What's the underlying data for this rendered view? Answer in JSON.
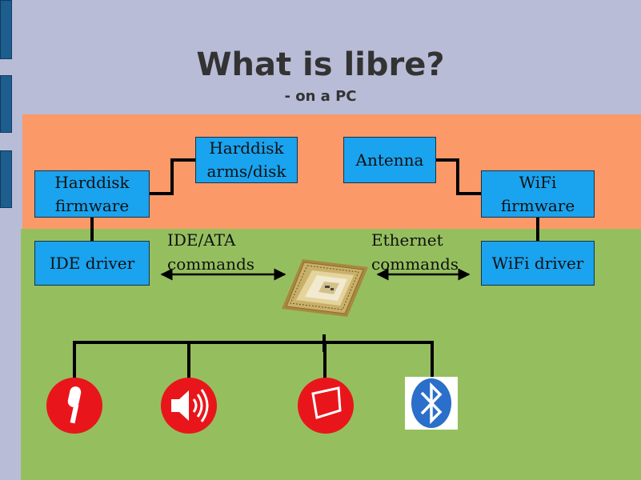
{
  "title": "What is libre?",
  "subtitle": "- on a PC",
  "colors": {
    "background": "#b8bcd6",
    "hardware_band": "#fb9a68",
    "software_band": "#95bf5e",
    "box_fill": "#1aa3ef",
    "icon_red": "#e8161b",
    "bluetooth_blue": "#2a6fc9"
  },
  "boxes": {
    "harddisk_firmware": "Harddisk\nfirmware",
    "harddisk_arms": "Harddisk\narms/disk",
    "antenna": "Antenna",
    "wifi_firmware": "WiFi\nfirmware",
    "ide_driver": "IDE driver",
    "wifi_driver": "WiFi driver"
  },
  "labels": {
    "ide_commands": "IDE/ATA\ncommands",
    "ethernet_commands": "Ethernet\ncommands"
  },
  "icons": [
    "cpu-chip-icon",
    "microphone-icon",
    "speaker-icon",
    "display-icon",
    "bluetooth-icon"
  ]
}
